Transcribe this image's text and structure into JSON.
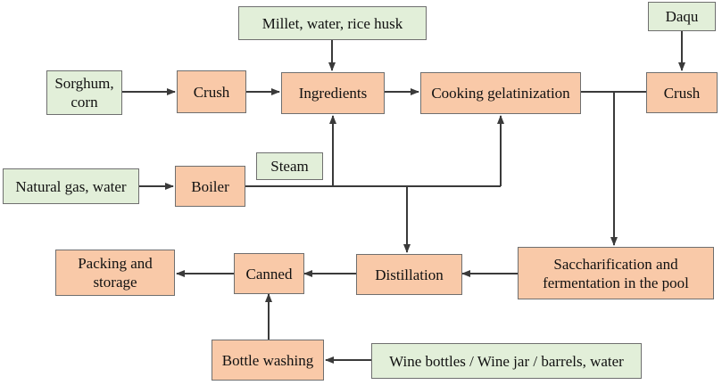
{
  "nodes": {
    "millet_water_husk": "Millet, water, rice husk",
    "daqu": "Daqu",
    "sorghum_corn": "Sorghum,\ncorn",
    "crush_left": "Crush",
    "ingredients": "Ingredients",
    "cooking_gelatinization": "Cooking gelatinization",
    "crush_right": "Crush",
    "steam": "Steam",
    "natural_gas_water": "Natural gas, water",
    "boiler": "Boiler",
    "packing_storage": "Packing and\nstorage",
    "canned": "Canned",
    "distillation": "Distillation",
    "saccharification": "Saccharification and\nfermentation in the pool",
    "bottle_washing": "Bottle washing",
    "wine_bottles": "Wine bottles / Wine jar / barrels, water"
  },
  "colors": {
    "input_fill": "#e2efd9",
    "process_fill": "#f9c9a8",
    "line": "#3a3a3a"
  }
}
